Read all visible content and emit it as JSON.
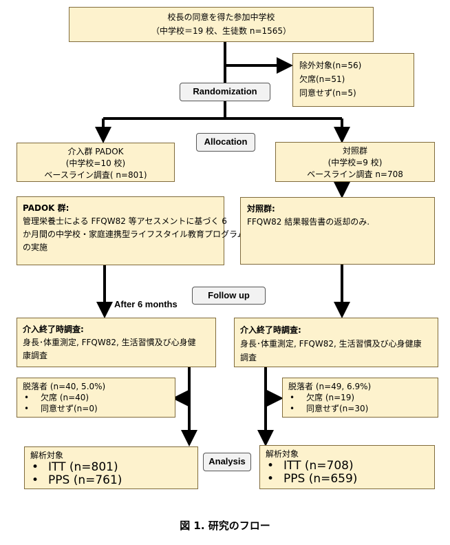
{
  "top": {
    "line1": "校長の同意を得た参加中学校",
    "line2": "（中学校＝19 校、生徒数 n=1565）"
  },
  "excluded": {
    "title": "除外対象(n=56)",
    "l1": "欠席(n=51)",
    "l2": "同意せず(n=5)"
  },
  "tags": {
    "randomization": "Randomization",
    "allocation": "Allocation",
    "followup": "Follow up",
    "analysis": "Analysis"
  },
  "intervention": {
    "l1": "介入群  PADOK",
    "l2": "(中学校=10 校)",
    "l3": "ベースライン調査( n=801)"
  },
  "control": {
    "l1": "対照群",
    "l2": "(中学校=9 校)",
    "l3": "ベースライン調査  n=708"
  },
  "padok": {
    "title": "PADOK 群:",
    "l1": "管理栄養士による FFQW82 等アセスメントに基づく 6",
    "l2": "か月間の中学校・家庭連携型ライフスタイル教育プログラム",
    "l3": "の実施"
  },
  "ctrl_program": {
    "title": "対照群:",
    "l1": "FFQW82 結果報告書の返却のみ."
  },
  "after": "After 6 months",
  "end_left": {
    "title": "介入終了時調査:",
    "l1": "身長･体重測定, FFQW82, 生活習慣及び心身健",
    "l2": "康調査"
  },
  "end_right": {
    "title": "介入終了時調査:",
    "l1": "身長･体重測定, FFQW82, 生活習慣及び心身健康",
    "l2": "調査"
  },
  "drop_left": {
    "title": "脱落者  (n=40, 5.0%)",
    "items": [
      "欠席 (n=40)",
      "同意せず(n=0)"
    ]
  },
  "drop_right": {
    "title": "脱落者  (n=49, 6.9%)",
    "items": [
      "欠席 (n=19)",
      "同意せず(n=30)"
    ]
  },
  "anal_left": {
    "title": "解析対象",
    "items": [
      "ITT   (n=801)",
      "PPS (n=761)"
    ]
  },
  "anal_right": {
    "title": "解析対象",
    "items": [
      "ITT    (n=708)",
      "PPS (n=659)"
    ]
  },
  "caption": "図 1. 研究のフロー"
}
